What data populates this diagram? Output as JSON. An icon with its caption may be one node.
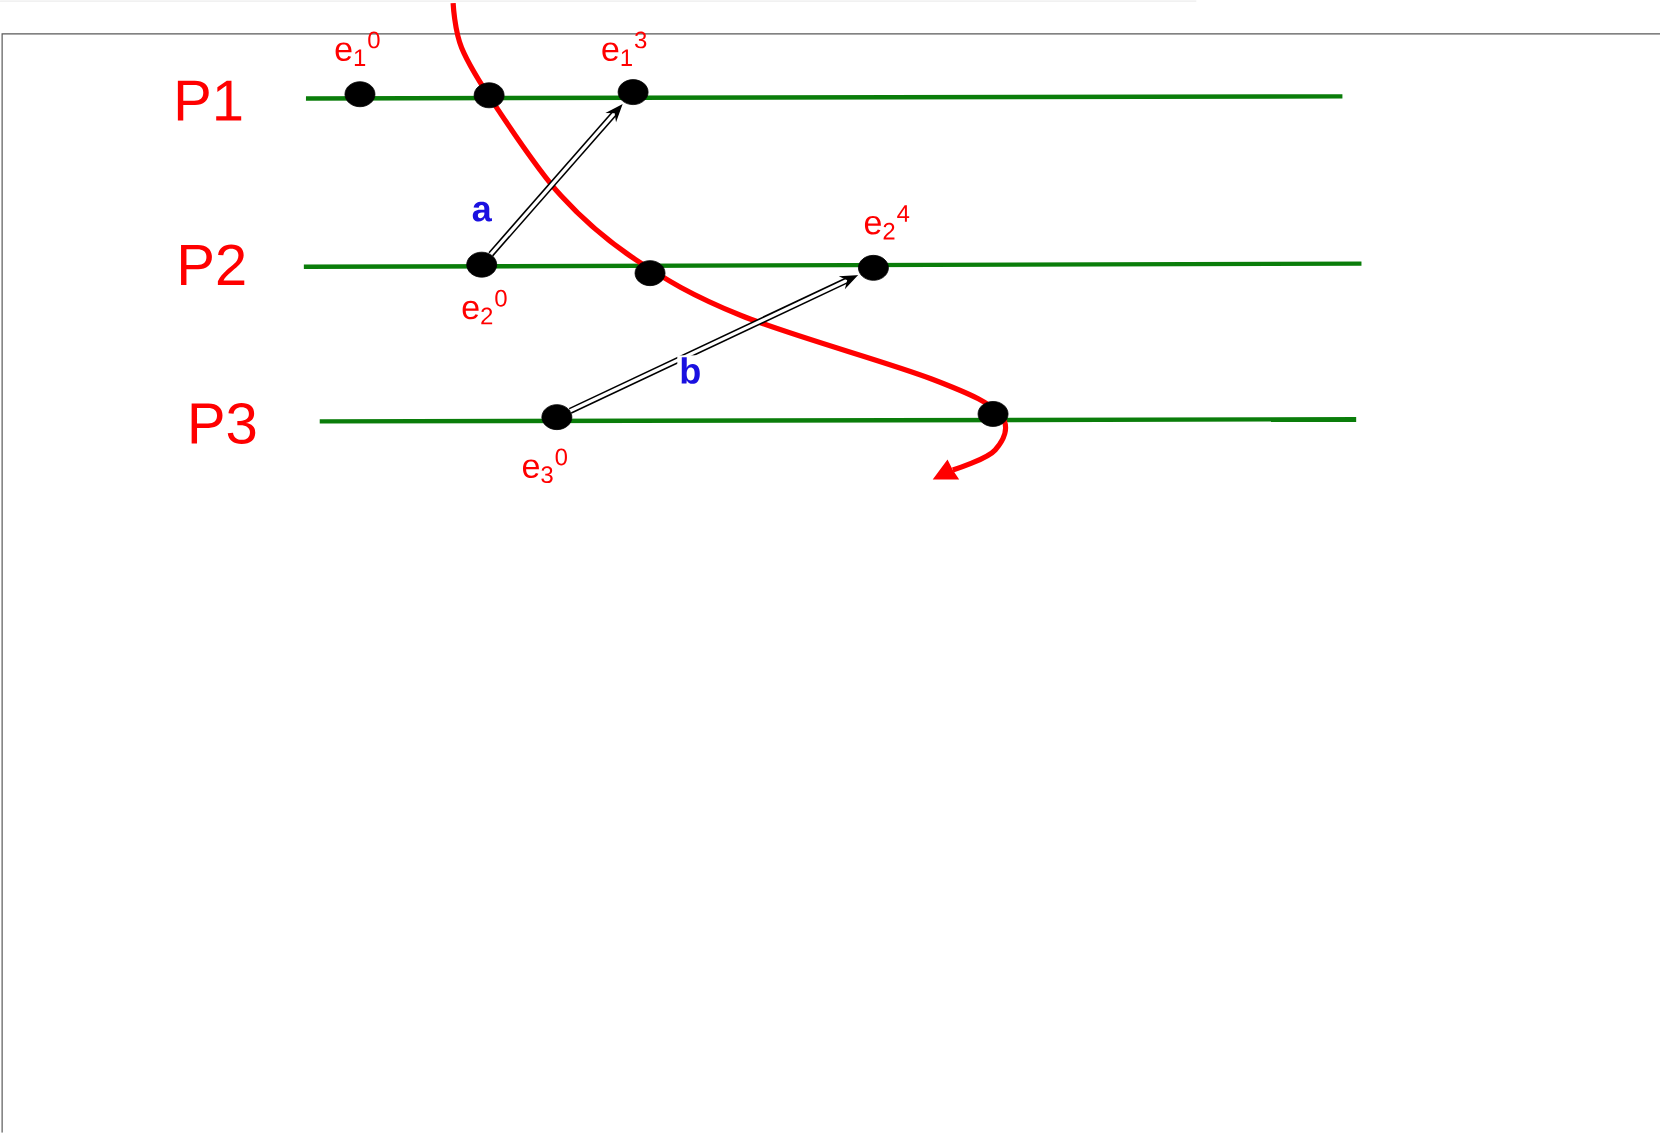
{
  "diagram": {
    "nodes": [
      {
        "text": [],
        "shape": "circle",
        "beside": [
          "e$_{1}$$^{0}$"
        ]
      },
      {
        "text": [],
        "shape": "circle"
      },
      {
        "text": [],
        "shape": "circle",
        "beside": [
          "e$_{1}$$^{3}$"
        ]
      },
      {
        "text": [],
        "shape": "circle",
        "beside": [
          "e$_{2}$$^{0}$"
        ]
      },
      {
        "text": [],
        "shape": "circle"
      },
      {
        "text": [],
        "shape": "circle",
        "beside": [
          "e$_{2}$$^{4}$"
        ]
      },
      {
        "text": [],
        "shape": "circle",
        "beside": [
          "e$_{3}$$^{0}$"
        ]
      },
      {
        "text": [],
        "shape": "circle"
      }
    ],
    "edges": [
      {
        "from": 3,
        "to": 2,
        "arrow": "to",
        "label": "a"
      },
      {
        "from": 6,
        "to": 5,
        "arrow": "to",
        "label": "b"
      }
    ],
    "labels": [
      "P1",
      "P2",
      "P3"
    ]
  }
}
